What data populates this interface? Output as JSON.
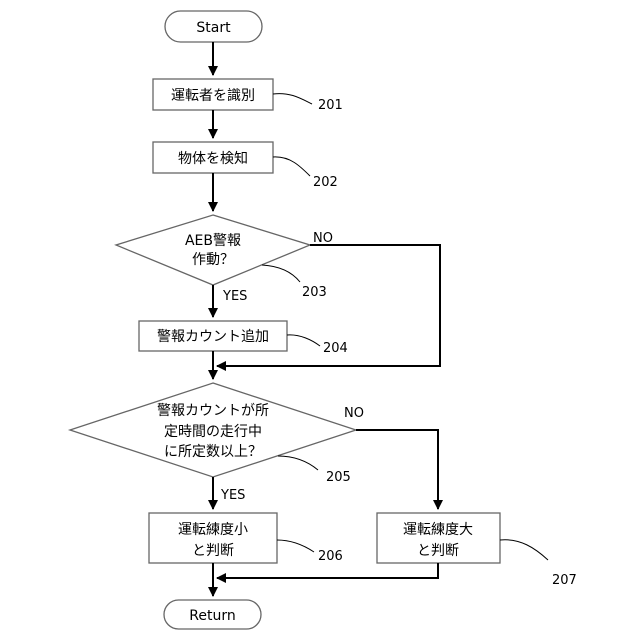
{
  "nodes": {
    "start": "Start",
    "identify_driver": "運転者を識別",
    "detect_object": "物体を検知",
    "aeb_line1": "AEB警報",
    "aeb_line2": "作動？",
    "add_warning_count": "警報カウント追加",
    "count_line1": "警報カウントが所",
    "count_line2": "定時間の走行中",
    "count_line3": "に所定数以上？",
    "low_line1": "運転練度小",
    "low_line2": "と判断",
    "high_line1": "運転練度大",
    "high_line2": "と判断",
    "return": "Return"
  },
  "refs": {
    "r201": "201",
    "r202": "202",
    "r203": "203",
    "r204": "204",
    "r205": "205",
    "r206": "206",
    "r207": "207"
  },
  "edges": {
    "aeb_no": "NO",
    "aeb_yes": "YES",
    "count_no": "NO",
    "count_yes": "YES"
  }
}
